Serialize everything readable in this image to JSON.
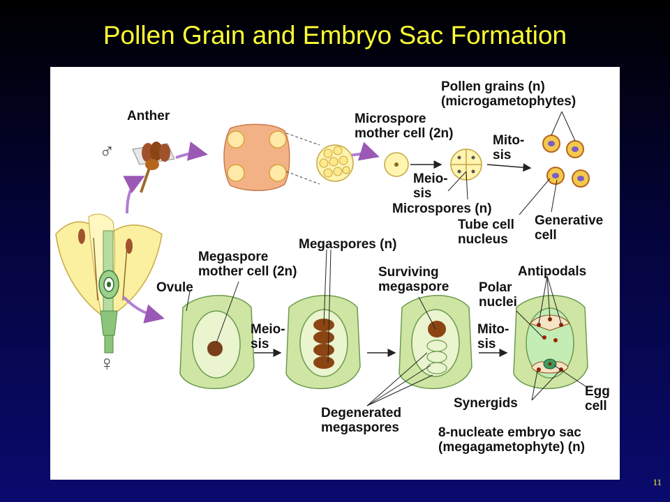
{
  "title": "Pollen Grain and Embryo Sac Formation",
  "slide_number": "11",
  "symbols": {
    "male": "♂",
    "female": "♀"
  },
  "labels": {
    "anther": "Anther",
    "microspore_mother_1": "Microspore",
    "microspore_mother_2": "mother cell (2n)",
    "pollen_grains_1": "Pollen grains (n)",
    "pollen_grains_2": "(microgametophytes)",
    "mitosis_top_1": "Mito-",
    "mitosis_top_2": "sis",
    "meiosis_top_1": "Meio-",
    "meiosis_top_2": "sis",
    "microspores": "Microspores (n)",
    "tube_cell_1": "Tube cell",
    "tube_cell_2": "nucleus",
    "generative_1": "Generative",
    "generative_2": "cell",
    "megaspores": "Megaspores (n)",
    "megaspore_mother_1": "Megaspore",
    "megaspore_mother_2": "mother cell (2n)",
    "ovule": "Ovule",
    "meiosis_bottom_1": "Meio-",
    "meiosis_bottom_2": "sis",
    "surviving_1": "Surviving",
    "surviving_2": "megaspore",
    "mitosis_bottom_1": "Mito-",
    "mitosis_bottom_2": "sis",
    "antipodals": "Antipodals",
    "polar_1": "Polar",
    "polar_2": "nuclei",
    "degenerated_1": "Degenerated",
    "degenerated_2": "megaspores",
    "synergids": "Synergids",
    "egg_1": "Egg",
    "egg_2": "cell",
    "embryo_sac_1": "8-nucleate embryo sac",
    "embryo_sac_2": "(megagametophyte) (n)"
  }
}
